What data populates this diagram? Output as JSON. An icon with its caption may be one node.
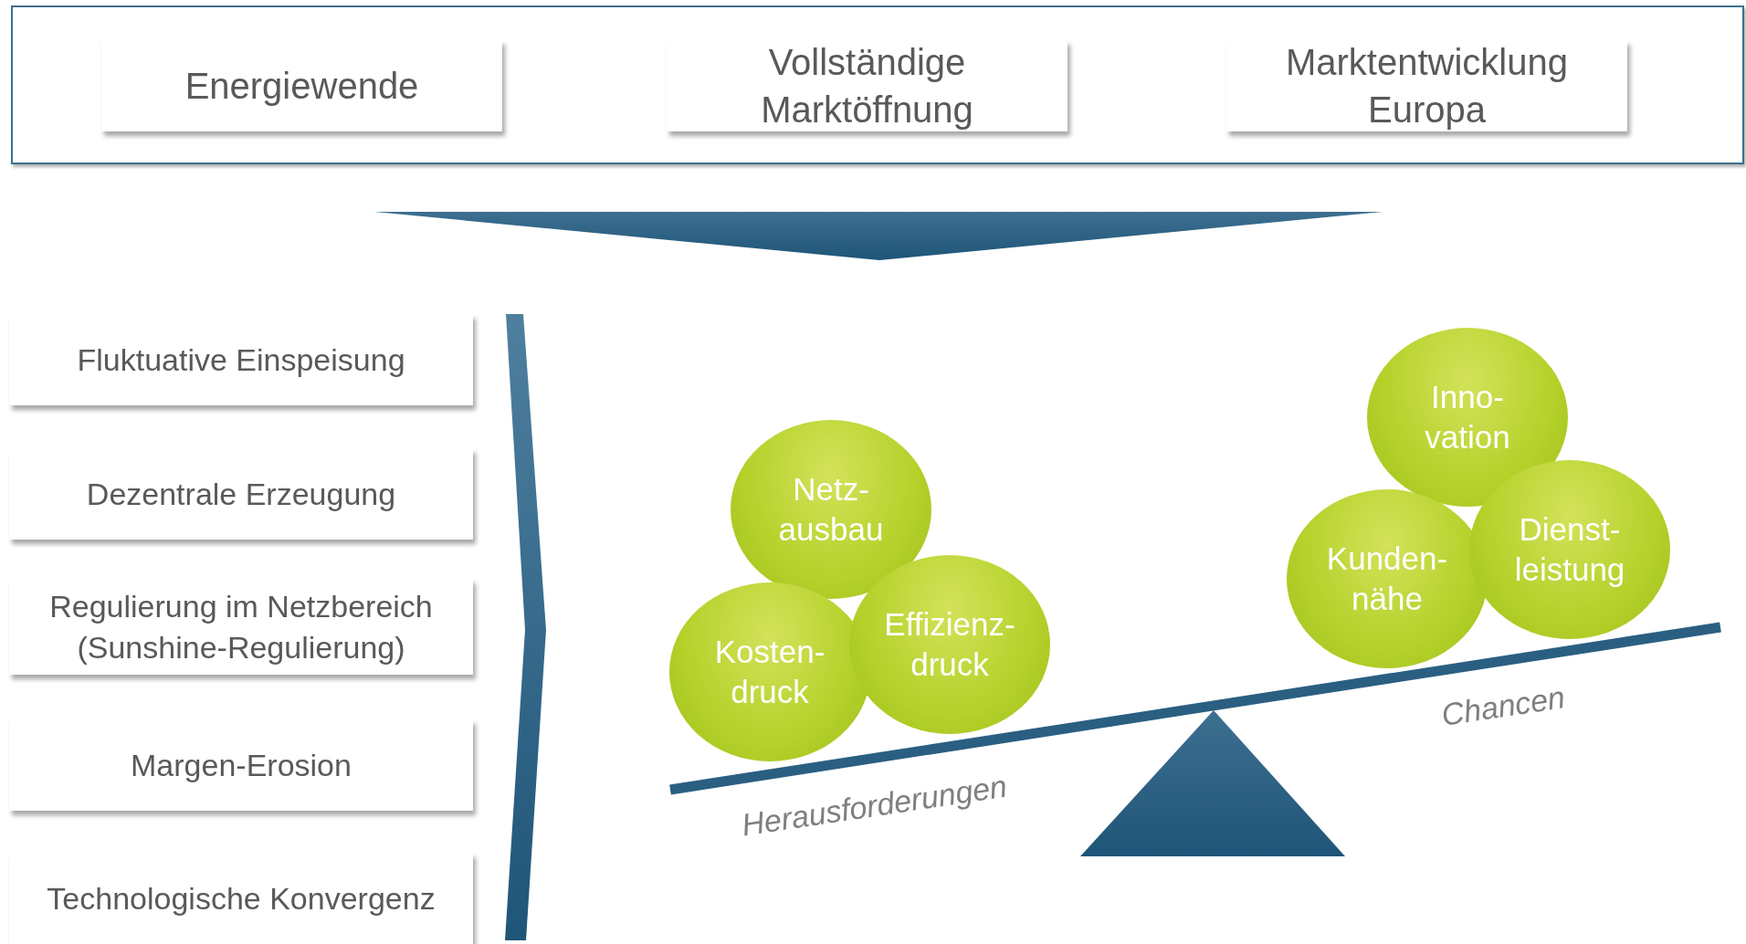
{
  "diagram": {
    "nodes": [
      {
        "text": [],
        "shape": "box"
      },
      {
        "text": [
          "Energiewende"
        ],
        "in": 0
      },
      {
        "text": [
          "Vollständige Marktöffnung"
        ],
        "in": 0
      },
      {
        "text": [
          "Marktentwicklung Europa"
        ],
        "in": 0
      },
      {
        "text": [
          "Fluktuative Einspeisung"
        ]
      },
      {
        "text": [
          "Dezentrale Erzeugung"
        ]
      },
      {
        "text": [
          "Regulierung im Netzbereich (Sunshine-Regulierung)"
        ]
      },
      {
        "text": [
          "Margen-Erosion"
        ]
      },
      {
        "text": [
          "Technologische Konvergenz"
        ]
      },
      {
        "text": [],
        "shape": "bar"
      },
      {
        "text": [
          "Netz- ausbau"
        ]
      },
      {
        "text": [
          "Kosten- druck"
        ]
      },
      {
        "text": [
          "Effizienz- druck"
        ]
      },
      {
        "text": [
          "Inno- vation"
        ]
      },
      {
        "text": [
          "Kunden- nähe"
        ]
      },
      {
        "text": [
          "Dienst- leistung"
        ]
      }
    ],
    "labels": [
      "Herausforderungen",
      "Chancen"
    ]
  }
}
